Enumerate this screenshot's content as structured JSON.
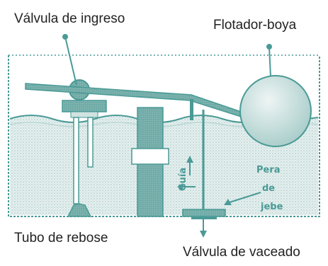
{
  "labels": {
    "inlet_valve": "Válvula de ingreso",
    "float": "Flotador-boya",
    "overflow_tube": "Tubo de rebose",
    "drain_valve": "Válvula de vaceado",
    "guide": "Guía",
    "flapper_line1": "Pera",
    "flapper_line2": "de",
    "flapper_line3": "jebe"
  },
  "colors": {
    "accent": "#4a9a96",
    "water": "#cfe3e1",
    "text": "#222222"
  }
}
